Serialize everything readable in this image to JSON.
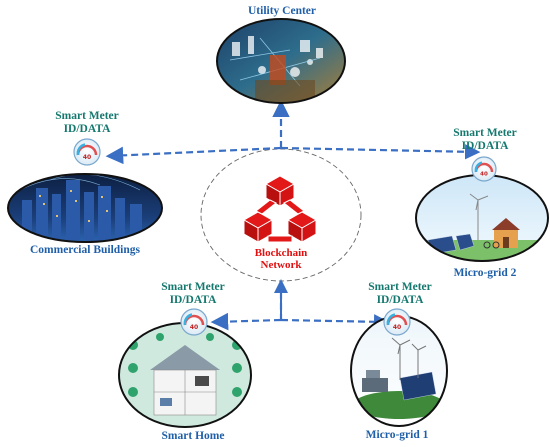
{
  "nodes": {
    "utility_center": {
      "label": "Utility Center"
    },
    "commercial_buildings": {
      "label": "Commercial Buildings",
      "meter_label_1": "Smart Meter",
      "meter_label_2": "ID/DATA"
    },
    "micro_grid_2": {
      "label": "Micro-grid 2",
      "meter_label_1": "Smart Meter",
      "meter_label_2": "ID/DATA"
    },
    "smart_home": {
      "label": "Smart Home",
      "meter_label_1": "Smart Meter",
      "meter_label_2": "ID/DATA"
    },
    "micro_grid_1": {
      "label": "Micro-grid 1",
      "meter_label_1": "Smart Meter",
      "meter_label_2": "ID/DATA"
    }
  },
  "center": {
    "line1": "Blockchain",
    "line2": "Network"
  },
  "meter_reading": "40",
  "colors": {
    "teal": "#14786e",
    "blue": "#1f5fa8",
    "red": "#e01010",
    "dash": "#3a6fc4"
  }
}
